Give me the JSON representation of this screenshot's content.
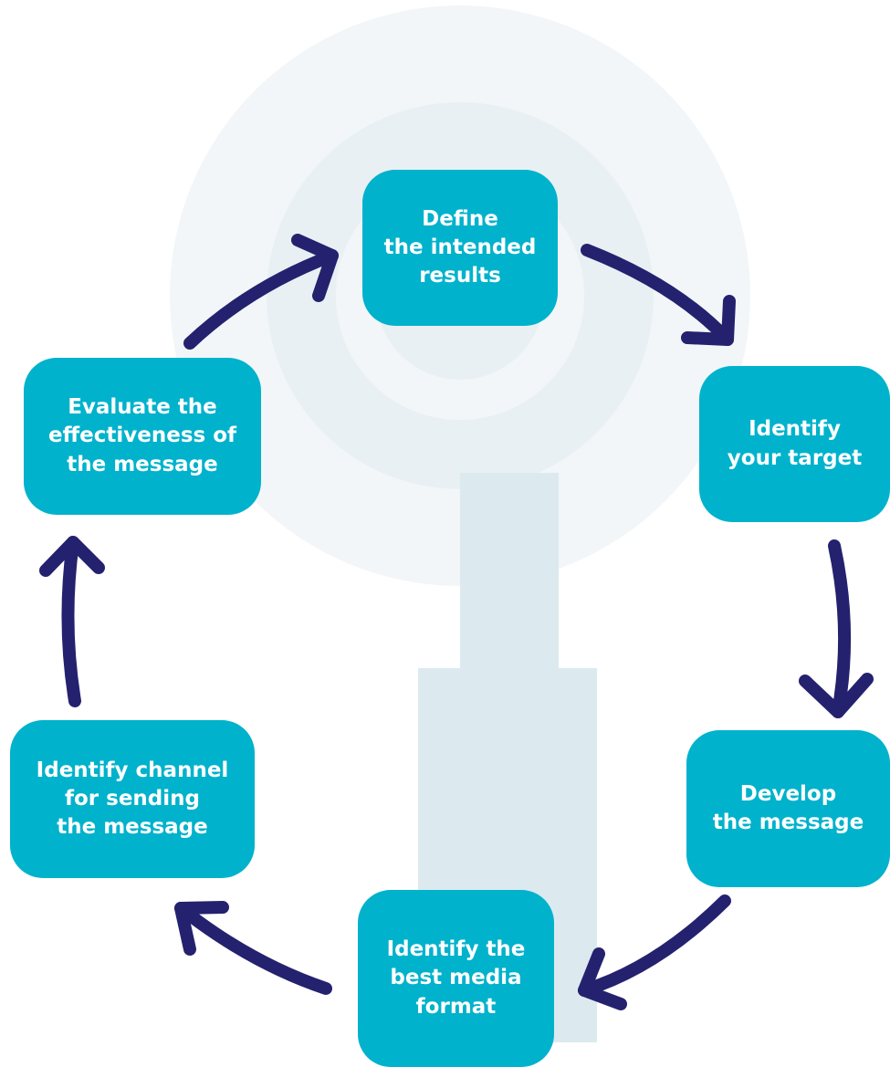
{
  "colors": {
    "step_fill": "#00b2cc",
    "step_text": "#ffffff",
    "arrow": "#24226e",
    "background_motif": "#f1f5f7",
    "background_pillar": "#deeaf0"
  },
  "steps": [
    {
      "id": "define-results",
      "label": "Define\nthe intended\nresults"
    },
    {
      "id": "identify-target",
      "label": "Identify\nyour target"
    },
    {
      "id": "develop-message",
      "label": "Develop\nthe message"
    },
    {
      "id": "identify-media-format",
      "label": "Identify the\nbest media\nformat"
    },
    {
      "id": "identify-channel",
      "label": "Identify channel\nfor sending\nthe message"
    },
    {
      "id": "evaluate-effectiveness",
      "label": "Evaluate the\neffectiveness of\nthe message"
    }
  ]
}
